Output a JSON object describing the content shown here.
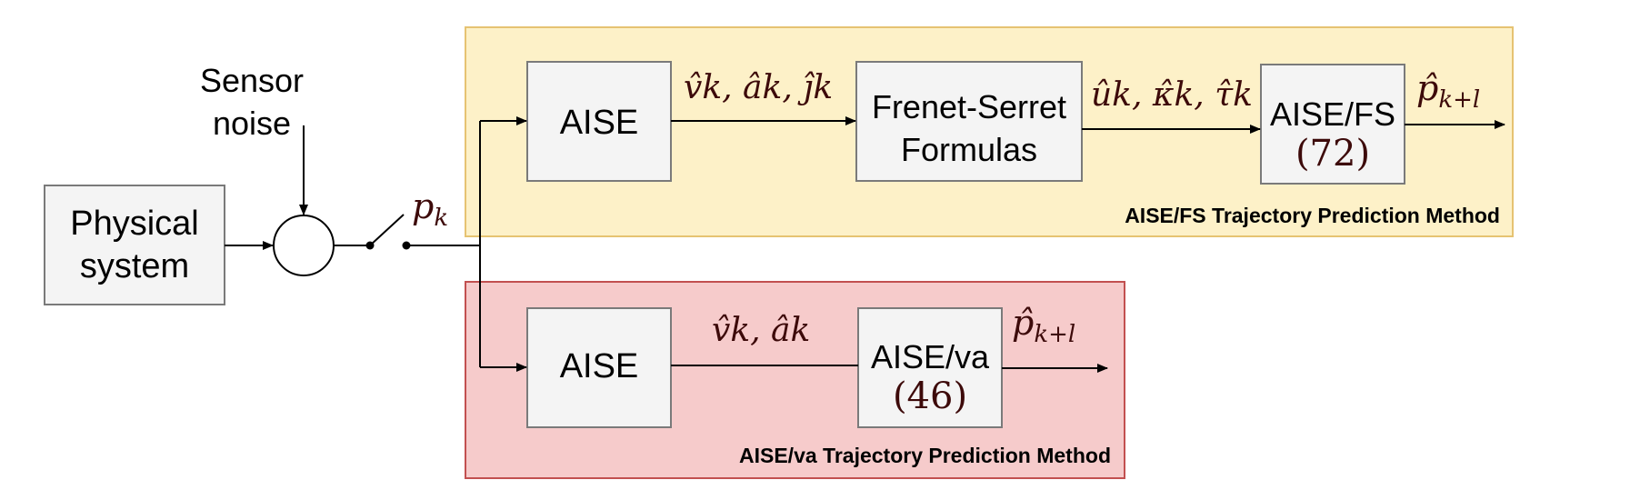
{
  "colors": {
    "fs_panel_fill": "#fdf1c8",
    "fs_panel_stroke": "#e6c372",
    "va_panel_fill": "#f6cbcb",
    "va_panel_stroke": "#c25050",
    "block_fill": "#f4f4f4",
    "block_stroke": "#7a7a7a",
    "math_color": "#3d0a0a"
  },
  "blocks": {
    "physical_system": {
      "line1": "Physical",
      "line2": "system"
    },
    "sensor_noise": {
      "line1": "Sensor",
      "line2": "noise"
    },
    "aise_top": {
      "label": "AISE"
    },
    "frenet_serret": {
      "line1": "Frenet-Serret",
      "line2": "Formulas"
    },
    "aise_fs": {
      "label": "AISE/FS",
      "equation_ref": "(72)"
    },
    "aise_bottom": {
      "label": "AISE"
    },
    "aise_va": {
      "label": "AISE/va",
      "equation_ref": "(46)"
    }
  },
  "signals": {
    "measurement": "p",
    "measurement_sub": "k",
    "top_estimates": "v̂k, âk, ĵk",
    "fs_estimates": "ûk, κ̂k, τ̂k",
    "top_prediction": "p̂",
    "top_prediction_sub": "k+l",
    "bottom_estimates": "v̂k, âk",
    "bottom_prediction": "p̂",
    "bottom_prediction_sub": "k+l"
  },
  "panels": {
    "fs_caption": "AISE/FS Trajectory Prediction Method",
    "va_caption": "AISE/va Trajectory Prediction Method"
  }
}
